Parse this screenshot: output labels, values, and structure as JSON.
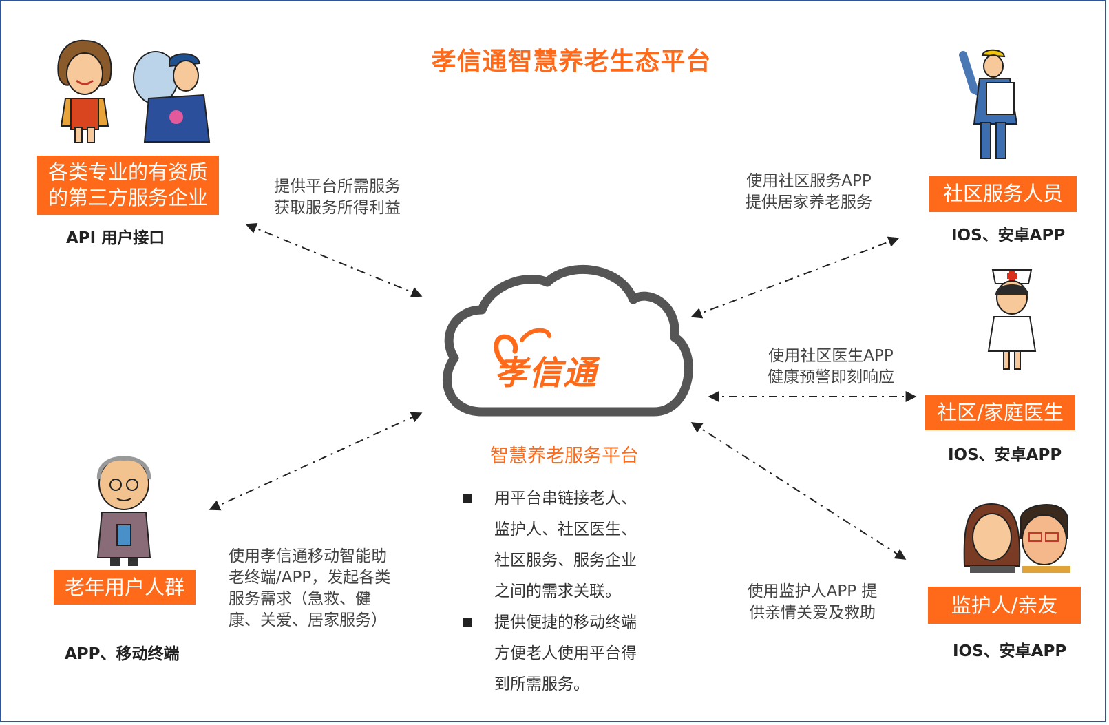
{
  "title": "孝信通智慧养老生态平台",
  "center": {
    "logo": "孝信通",
    "platform": "智慧养老服务平台",
    "bullets": [
      {
        "lines": [
          "用平台串链接老人、",
          "监护人、社区医生、",
          "社区服务、服务企业",
          "之间的需求关联。"
        ]
      },
      {
        "lines": [
          "提供便捷的移动终端",
          "方便老人使用平台得",
          "到所需服务。"
        ]
      }
    ]
  },
  "nodes": {
    "enterprise": {
      "label_lines": [
        "各类专业的有资质",
        "的第三方服务企业"
      ],
      "sub": "API 用户接口",
      "desc_lines": [
        "提供平台所需服务",
        "获取服务所得利益"
      ]
    },
    "elderly": {
      "label": "老年用户人群",
      "sub": "APP、移动终端",
      "desc_lines": [
        "使用孝信通移动智能助",
        "老终端/APP，发起各类",
        "服务需求（急救、健",
        "康、关爱、居家服务）"
      ]
    },
    "community": {
      "label": "社区服务人员",
      "sub": "IOS、安卓APP",
      "desc_lines": [
        "使用社区服务APP",
        "提供居家养老服务"
      ]
    },
    "doctor": {
      "label": "社区/家庭医生",
      "sub": "IOS、安卓APP",
      "desc_lines": [
        "使用社区医生APP",
        "健康预警即刻响应"
      ]
    },
    "guardian": {
      "label": "监护人/亲友",
      "sub": "IOS、安卓APP",
      "desc_lines": [
        "使用监护人APP 提",
        "供亲情关爱及救助"
      ]
    }
  },
  "colors": {
    "accent": "#ff6a1a",
    "frame": "#2f5597",
    "cloud": "#555555"
  },
  "icons": [
    "woman-figure-icon",
    "delivery-man-figure-icon",
    "worker-figure-icon",
    "nurse-figure-icon",
    "elderly-man-figure-icon",
    "couple-figure-icon"
  ]
}
